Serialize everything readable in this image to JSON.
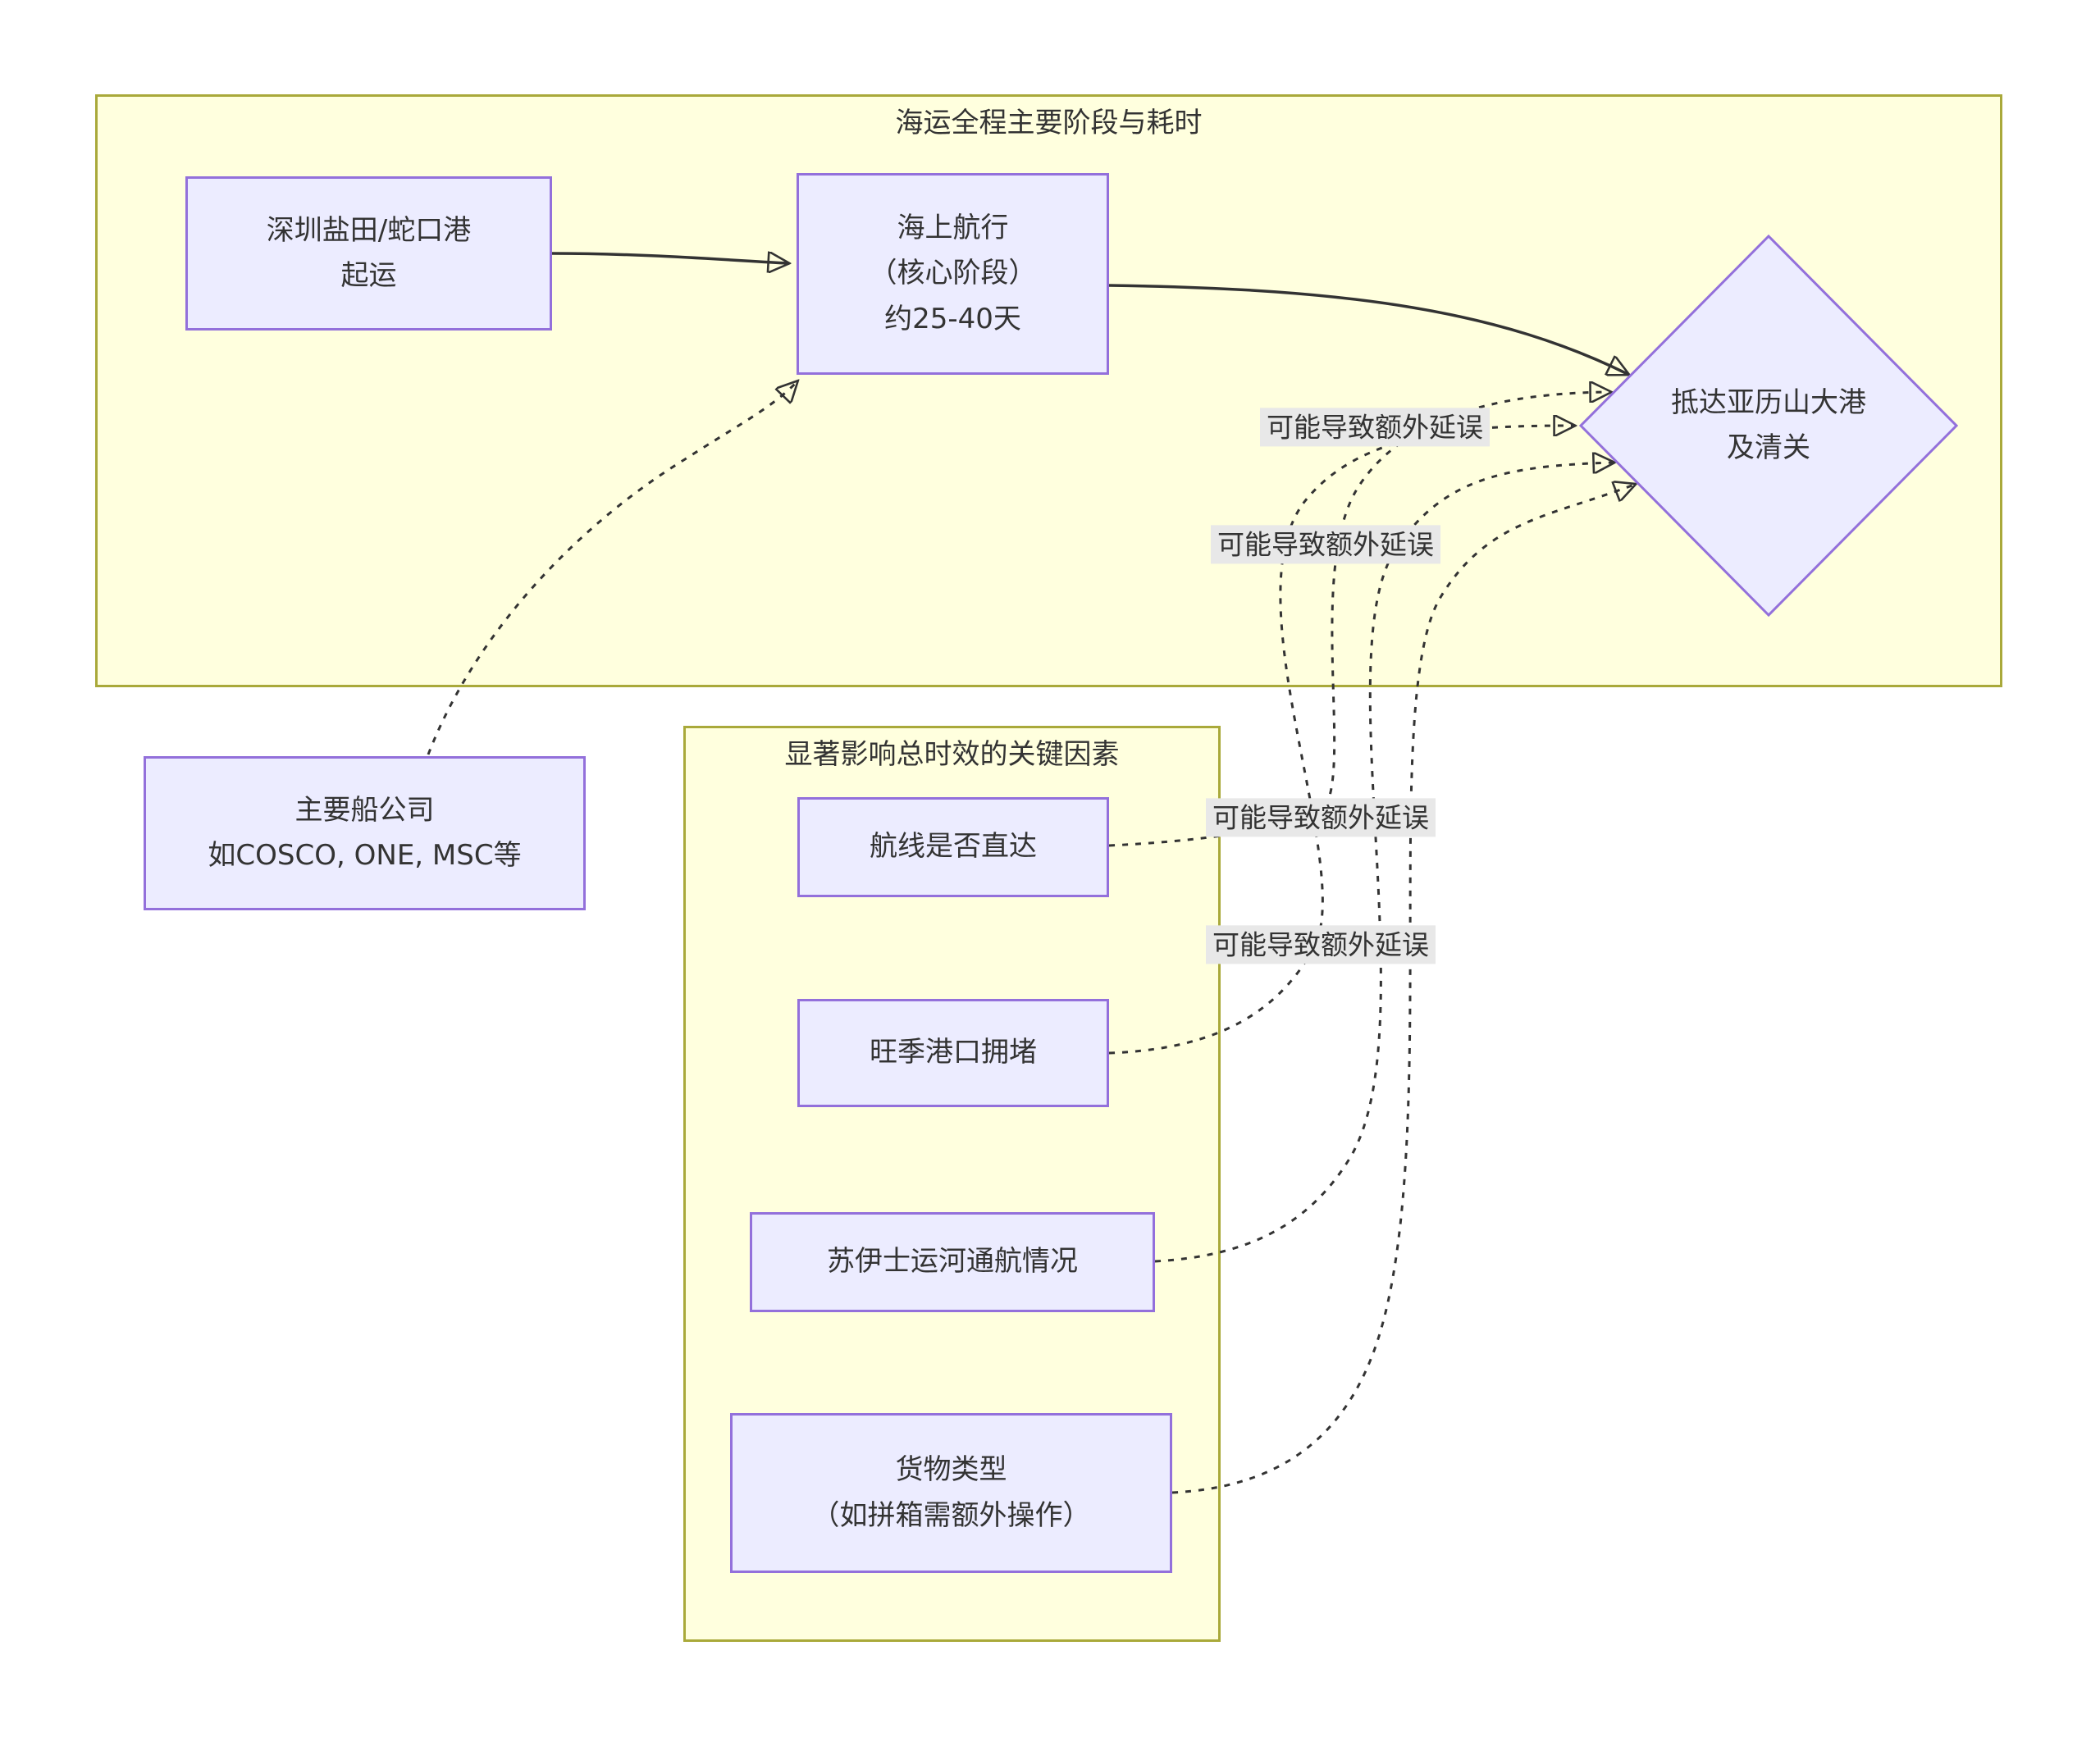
{
  "diagram_type": "flowchart",
  "colors": {
    "cluster_fill": "#FFFFDE",
    "cluster_border": "#A9A93A",
    "node_fill": "#ECECFF",
    "node_border": "#9370DB",
    "edge_stroke": "#333333",
    "edge_label_bg": "#E8E8E8",
    "text": "#333333",
    "page_bg": "#FFFFFF"
  },
  "clusters": [
    {
      "id": "main-stages",
      "title": "海运全程主要阶段与耗时"
    },
    {
      "id": "key-factors",
      "title": "显著影响总时效的关键因素"
    }
  ],
  "nodes": [
    {
      "id": "origin-port",
      "shape": "rect",
      "label": "深圳盐田/蛇口港\n起运"
    },
    {
      "id": "sea-voyage",
      "shape": "rect",
      "label": "海上航行\n（核心阶段）\n约25-40天"
    },
    {
      "id": "arrival-port",
      "shape": "diamond",
      "label": "抵达亚历山大港\n及清关"
    },
    {
      "id": "carriers",
      "shape": "rect",
      "label": "主要船公司\n如COSCO, ONE, MSC等"
    },
    {
      "id": "direct-route",
      "shape": "rect",
      "label": "航线是否直达"
    },
    {
      "id": "peak-congestion",
      "shape": "rect",
      "label": "旺季港口拥堵"
    },
    {
      "id": "suez-status",
      "shape": "rect",
      "label": "苏伊士运河通航情况"
    },
    {
      "id": "cargo-type",
      "shape": "rect",
      "label": "货物类型\n（如拼箱需额外操作）"
    }
  ],
  "edges": [
    {
      "from": "origin-port",
      "to": "sea-voyage",
      "style": "solid",
      "label": ""
    },
    {
      "from": "sea-voyage",
      "to": "arrival-port",
      "style": "solid",
      "label": ""
    },
    {
      "from": "carriers",
      "to": "sea-voyage",
      "style": "dotted",
      "label": ""
    },
    {
      "from": "direct-route",
      "to": "arrival-port",
      "style": "dotted",
      "label": "可能导致额外延误"
    },
    {
      "from": "peak-congestion",
      "to": "arrival-port",
      "style": "dotted",
      "label": "可能导致额外延误"
    },
    {
      "from": "suez-status",
      "to": "arrival-port",
      "style": "dotted",
      "label": "可能导致额外延误"
    },
    {
      "from": "cargo-type",
      "to": "arrival-port",
      "style": "dotted",
      "label": "可能导致额外延误"
    }
  ],
  "edge_labels": [
    "可能导致额外延误",
    "可能导致额外延误",
    "可能导致额外延误",
    "可能导致额外延误"
  ]
}
